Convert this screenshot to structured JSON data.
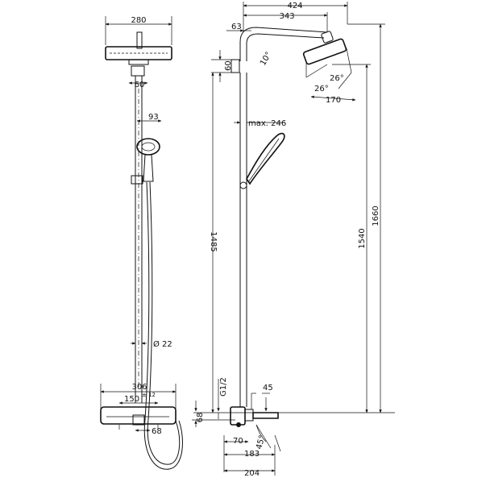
{
  "front_view": {
    "overhead_width": "280",
    "arm_offset": "60",
    "handshower_width": "93",
    "riser_diameter": "Ø 22",
    "mixer_width": "306",
    "connection_spacing": "150",
    "connection_tolerance": "± 12",
    "mixer_depth": "68"
  },
  "side_view": {
    "arm_reach_total": "424",
    "arm_reach_to_center": "343",
    "wall_offset": "63",
    "bracket_height": "60",
    "arm_angle": "10°",
    "head_tilt_right": "26°",
    "head_tilt_left": "26°",
    "head_diameter": "170",
    "handshower_reach": "max. 246",
    "riser_height": "1485",
    "head_height": "1540",
    "overall_height": "1660",
    "thread": "G1/2",
    "spout_height": "68",
    "spout_offset": "45",
    "spout_to_wall": "70",
    "spout_angle": "45°",
    "spout_projection": "183",
    "mixer_projection": "204"
  }
}
